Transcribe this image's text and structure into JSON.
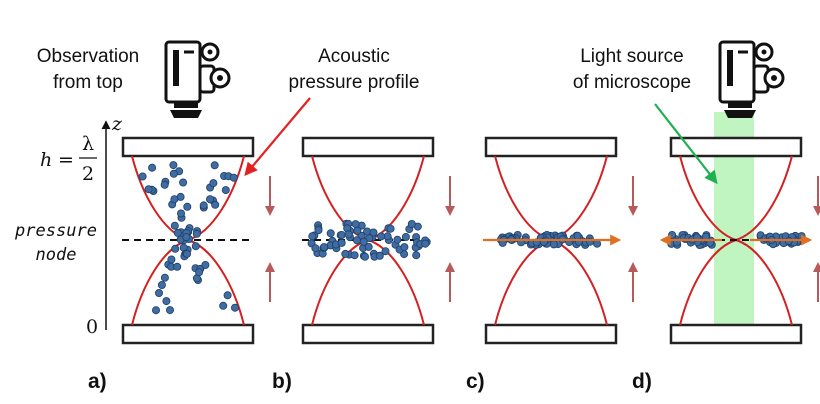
{
  "labels": {
    "observation_line1": "Observation",
    "observation_line2": "from top",
    "acoustic_line1": "Acoustic",
    "acoustic_line2": "pressure profile",
    "light_line1": "Light source",
    "light_line2": "of microscope",
    "axis_z": "z",
    "h_symbol": "h",
    "h_equals": "=",
    "lambda": "λ",
    "two": "2",
    "pressure": "pressure",
    "node": "node",
    "zero": "0"
  },
  "panels": [
    "a)",
    "b)",
    "c)",
    "d)"
  ],
  "icons": [
    "camera-icon",
    "camera-icon"
  ],
  "colors": {
    "pressure_curve": "#d42020",
    "force_arrow": "#b85a5a",
    "particle": "#3e6ca3",
    "orange_arrow": "#e07020",
    "green_arrow": "#20b050",
    "light_beam": "#b9f3b9"
  }
}
